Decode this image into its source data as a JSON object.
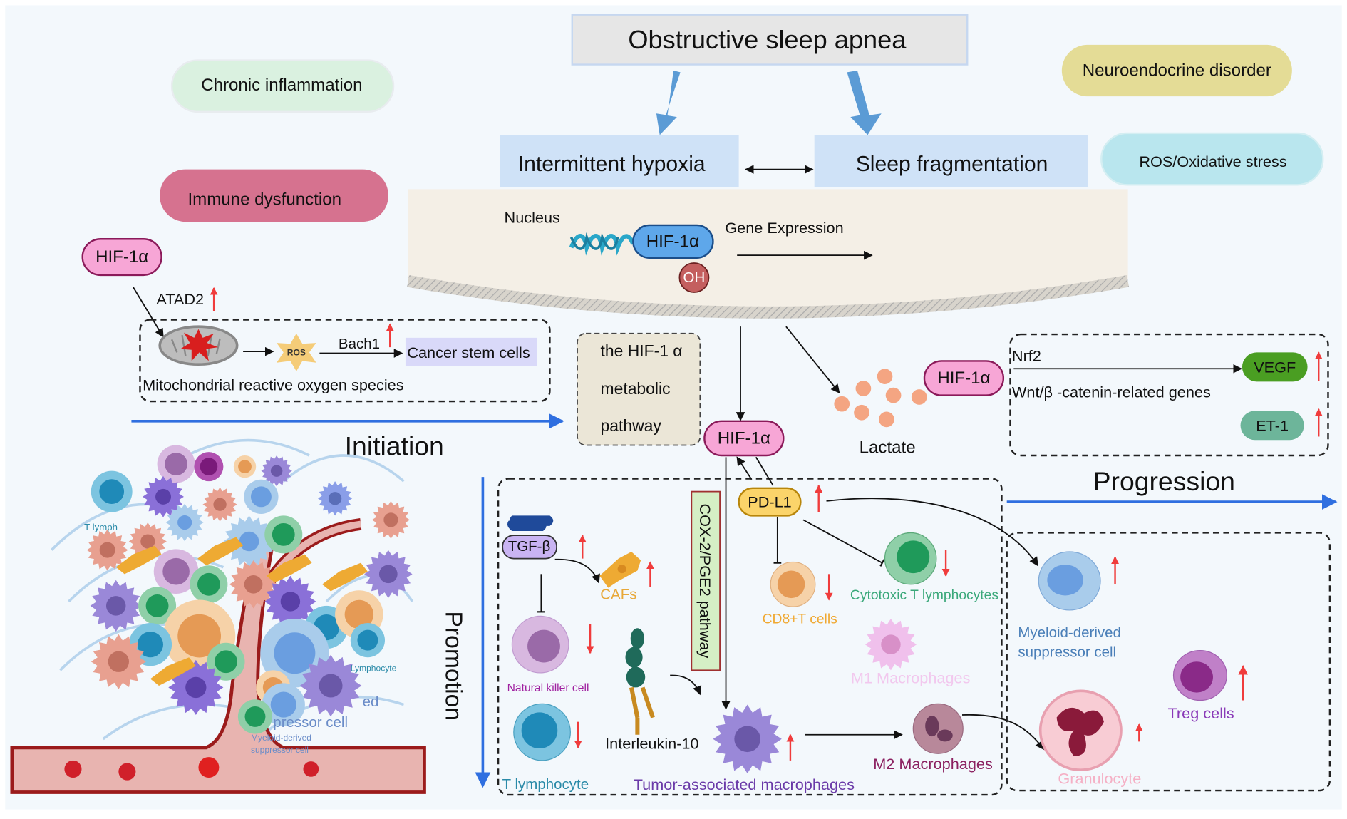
{
  "title": "Obstructive sleep apnea",
  "mechanisms": {
    "intermittent_hypoxia": "Intermittent hypoxia",
    "sleep_fragmentation": "Sleep fragmentation"
  },
  "factors": {
    "chronic_inflammation": "Chronic inflammation",
    "immune_dysfunction": "Immune dysfunction",
    "neuroendocrine_disorder": "Neuroendocrine disorder",
    "ros_oxidative_stress": "ROS/Oxidative stress"
  },
  "nucleus": {
    "label": "Nucleus",
    "hif": "HIF-1α",
    "oh": "OH",
    "gene_expression": "Gene Expression"
  },
  "initiation": {
    "hif": "HIF-1α",
    "atad2": "ATAD2",
    "ros": "ROS",
    "bach1": "Bach1",
    "cancer_stem_cells": "Cancer stem cells",
    "mito_ros": "Mitochondrial reactive oxygen species",
    "stage_label": "Initiation",
    "tumor_labels": [
      "T lymph",
      "Lymphocyte",
      "ed",
      "pressor cell",
      "Myeloid-derived",
      "suppressor cell"
    ]
  },
  "metabolic": {
    "line1": "the HIF-1 α",
    "line2": "metabolic",
    "line3": "pathway"
  },
  "central_hif": "HIF-1α",
  "lactate": "Lactate",
  "angiogenesis": {
    "hif": "HIF-1α",
    "nrf2": "Nrf2",
    "wnt": "Wnt/β -catenin-related genes",
    "vegf": "VEGF",
    "et1": "ET-1"
  },
  "promotion": {
    "stage_label": "Promotion",
    "cox2": "COX-2/PGE2 pathway",
    "pdl1": "PD-L1",
    "tgfb": "TGF-β",
    "cafs": "CAFs",
    "cd8": "CD8+T cells",
    "ctl": "Cytotoxic T lymphocytes",
    "m1": "M1 Macrophages",
    "nk": "Natural killer cell",
    "il10": "Interleukin-10",
    "t_lymphocyte": "T lymphocyte",
    "tam": "Tumor-associated macrophages",
    "m2": "M2 Macrophages"
  },
  "progression": {
    "stage_label": "Progression",
    "mdsc_line1": "Myeloid-derived",
    "mdsc_line2": "suppressor cell",
    "treg": "Treg cells",
    "granulocyte": "Granulocyte"
  },
  "colors": {
    "arrow_blue": "#2f6fe0",
    "increase_red": "#f03c3c",
    "hif_pink": "#f7a6d6",
    "box_blue": "#cfe2f7"
  }
}
